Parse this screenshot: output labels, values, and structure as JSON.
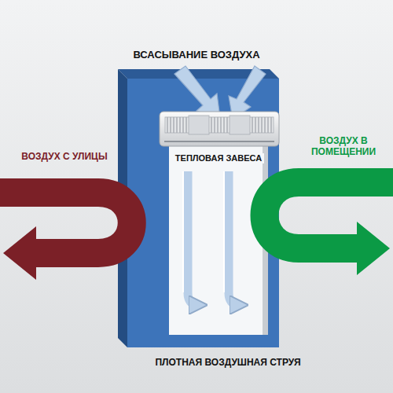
{
  "diagram": {
    "labels": [
      "ВСАСЫВАНИЕ ВОЗДУХА",
      "ВОЗДУХ С УЛИЦЫ",
      "ТЕПЛОВАЯ ЗАВЕСА",
      "ВОЗДУХ В ПОМЕЩЕНИИ",
      "ПЛОТНАЯ ВОЗДУШНАЯ СТРУЯ"
    ]
  }
}
